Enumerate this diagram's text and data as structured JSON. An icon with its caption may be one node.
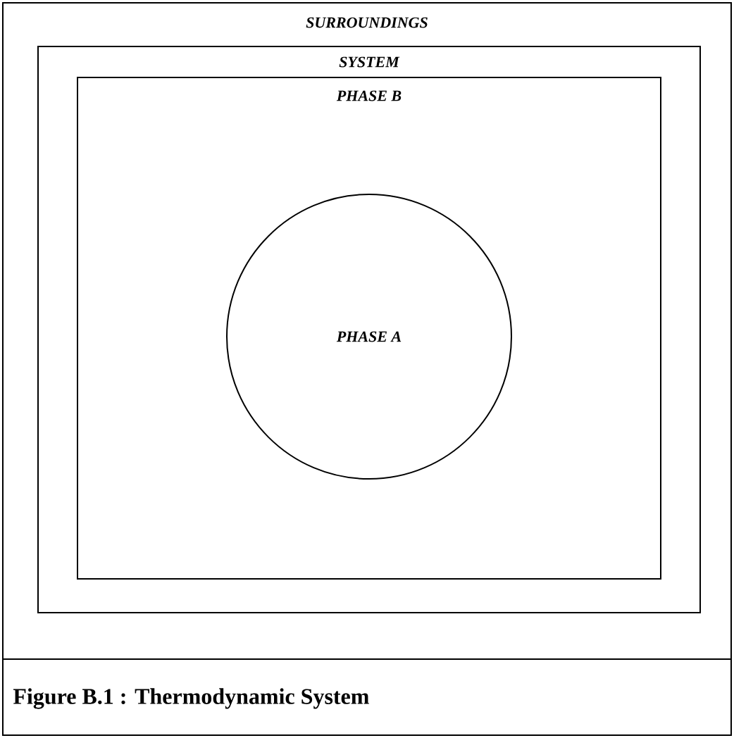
{
  "diagram": {
    "caption": "Figure B.1 : Thermodynamic System",
    "nodes": [
      {
        "text": [
          "SURROUNDINGS"
        ]
      },
      {
        "text": [
          "SYSTEM"
        ],
        "in": 0
      },
      {
        "text": [
          "PHASE B"
        ],
        "in": 1
      },
      {
        "text": [
          "PHASE A"
        ],
        "in": 2
      }
    ]
  }
}
